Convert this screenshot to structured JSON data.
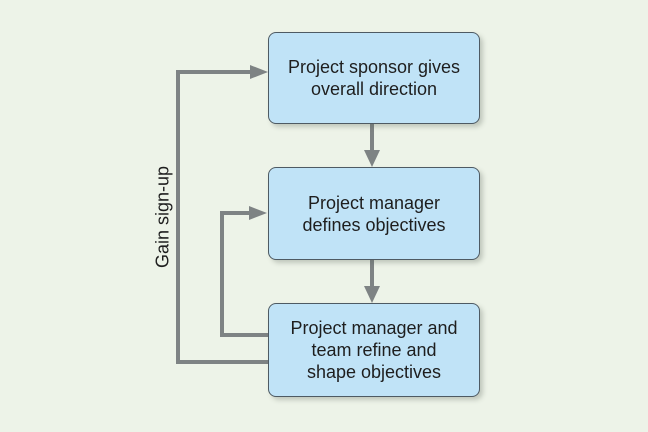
{
  "colors": {
    "canvas-bg": "#edf3e8",
    "node-fill": "#c0e3f7",
    "node-border": "#4e5a63",
    "connector": "#7e8384",
    "text": "#1e1e1e"
  },
  "diagram": {
    "nodes": [
      {
        "label": "Project sponsor gives\noverall direction"
      },
      {
        "label": "Project manager\ndefines objectives"
      },
      {
        "label": "Project manager and\nteam refine and\nshape objectives"
      }
    ],
    "feedback_label": "Gain sign-up"
  }
}
